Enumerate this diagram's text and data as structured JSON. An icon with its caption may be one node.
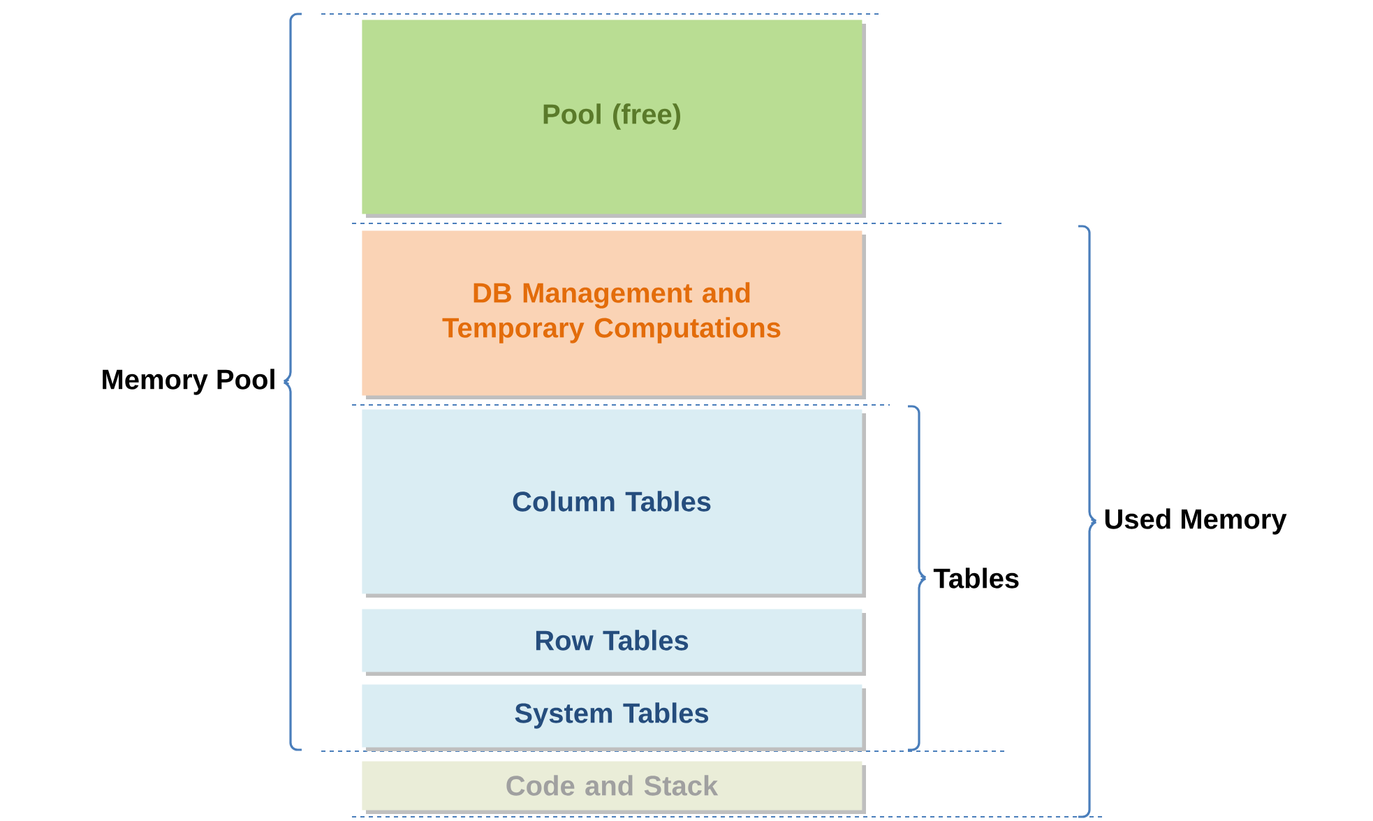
{
  "diagram": {
    "nodes": [
      {
        "text": [
          "Pool (free)"
        ]
      },
      {
        "text": [
          "DB Management and Temporary Computations"
        ]
      },
      {
        "text": [
          "Column Tables"
        ]
      },
      {
        "text": [
          "Row Tables"
        ]
      },
      {
        "text": [
          "System Tables"
        ]
      },
      {
        "text": [
          "Code and Stack"
        ]
      }
    ],
    "labels": [
      "Memory Pool",
      "Used Memory",
      "Tables"
    ]
  }
}
